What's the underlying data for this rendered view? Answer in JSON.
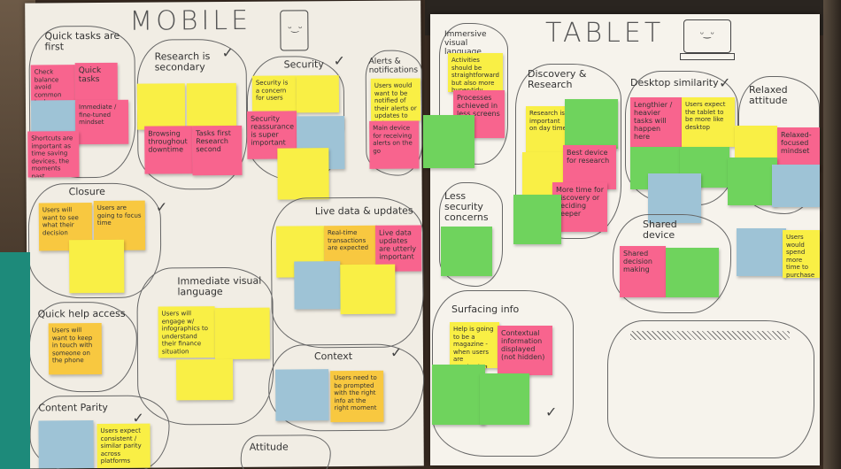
{
  "mobile": {
    "title": "MOBILE",
    "sections": {
      "quick_tasks": "Quick tasks are first",
      "research": "Research is secondary",
      "security": "Security",
      "alerts": "Alerts & notifications",
      "closure": "Closure",
      "immediate_visual": "Immediate visual language",
      "live_data": "Live data & updates",
      "quick_help": "Quick help access",
      "context": "Context",
      "content_parity": "Content Parity",
      "attitude": "Attitude"
    },
    "notes": {
      "check_balance": "Check balance avoid common task",
      "quick_tasks": "Quick tasks",
      "immediate": "Immediate / fine-tuned mindset",
      "shortcuts": "Shortcuts are important as time saving devices, the moments past",
      "browsing": "Browsing throughout downtime",
      "tasks_first": "Tasks first Research second",
      "security_concern": "Security is a concern for users",
      "security_reassurance": "Security reassurance is super important",
      "alerts_notified": "Users would want to be notified of their alerts or updates to balances",
      "main_device": "Main device for receiving alerts on the go",
      "live_data": "Live data updates are utterly important",
      "real_time": "Real-time transactions are expected",
      "users_will_want": "Users will want to see what their decision",
      "users_focus": "Users are going to focus time",
      "infographics": "Users will engage w/ infographics to understand their finance situation",
      "quick_help": "Users will want to keep in touch with someone on the phone",
      "prompted": "Users need to be prompted with the right info at the right moment",
      "parity": "Users expect consistent / similar parity across platforms"
    }
  },
  "tablet": {
    "title": "TABLET",
    "sections": {
      "immersive": "Immersive visual language",
      "discovery": "Discovery & Research",
      "desktop_similarity": "Desktop similarity",
      "relaxed": "Relaxed attitude",
      "less_security": "Less security concerns",
      "shared_device": "Shared device",
      "surfacing": "Surfacing info"
    },
    "notes": {
      "activities": "Activities should be straightforward but also more hyper-tidy designs",
      "processes": "Processes achieved in less screens",
      "research_important": "Research is important on day time",
      "best_device": "Best device for research",
      "more_time": "More time for discovery or deciding deeper",
      "lengthier": "Lengthier / heavier tasks will happen here",
      "users_expect_tablet": "Users expect the tablet to be more like desktop",
      "relaxed_mindset": "Relaxed-focused mindset",
      "shared_decision": "Shared decision making",
      "users_spend_time": "Users would spend more time to purchase items",
      "contextual": "Contextual information displayed (not hidden)",
      "help_going": "Help is going to be a magazine - when users are purchasing items"
    }
  }
}
